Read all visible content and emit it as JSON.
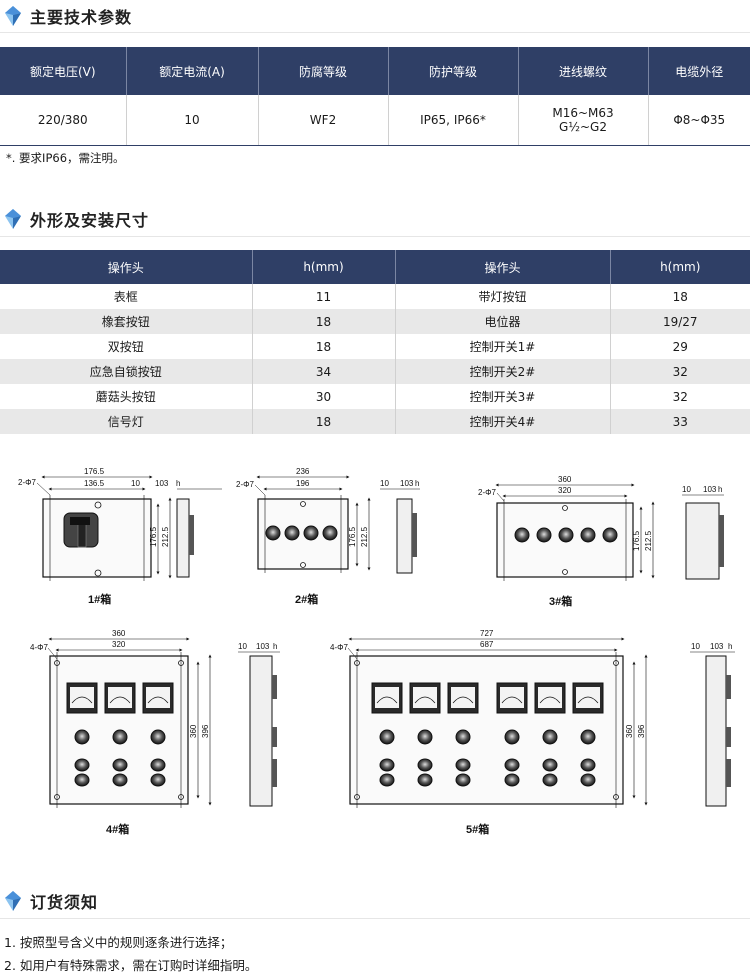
{
  "sections": {
    "specs_title": "主要技术参数",
    "dims_title": "外形及安装尺寸",
    "order_title": "订货须知"
  },
  "specs": {
    "headers": [
      "额定电压(V)",
      "额定电流(A)",
      "防腐等级",
      "防护等级",
      "进线螺纹",
      "电缆外径"
    ],
    "row": {
      "voltage": "220/380",
      "current": "10",
      "anticorrosion": "WF2",
      "protection": "IP65, IP66*",
      "thread_1": "M16~M63",
      "thread_2": "G½~G2",
      "cable": "Φ8~Φ35"
    },
    "note": "*. 要求IP66，需注明。"
  },
  "dims": {
    "headers": [
      "操作头",
      "h(mm)",
      "操作头",
      "h(mm)"
    ],
    "rows": [
      {
        "a": "表框",
        "ah": "11",
        "b": "带灯按钮",
        "bh": "18"
      },
      {
        "a": "橡套按钮",
        "ah": "18",
        "b": "电位器",
        "bh": "19/27"
      },
      {
        "a": "双按钮",
        "ah": "18",
        "b": "控制开关1#",
        "bh": "29"
      },
      {
        "a": "应急自锁按钮",
        "ah": "34",
        "b": "控制开关2#",
        "bh": "32"
      },
      {
        "a": "蘑菇头按钮",
        "ah": "30",
        "b": "控制开关3#",
        "bh": "32"
      },
      {
        "a": "信号灯",
        "ah": "18",
        "b": "控制开关4#",
        "bh": "33"
      }
    ]
  },
  "drawings": {
    "box1": {
      "caption": "1#箱",
      "w_outer": "176.5",
      "w_inner": "136.5",
      "hole": "2-Φ7",
      "h_inner": "176.5",
      "h_outer": "212.5",
      "side_a": "10",
      "side_b": "103",
      "side_h": "h"
    },
    "box2": {
      "caption": "2#箱",
      "w_outer": "236",
      "w_inner": "196",
      "hole": "2-Φ7",
      "h_inner": "176.5",
      "h_outer": "212.5",
      "side_a": "10",
      "side_b": "103",
      "side_h": "h"
    },
    "box3": {
      "caption": "3#箱",
      "w_outer": "360",
      "w_inner": "320",
      "hole": "2-Φ7",
      "h_inner": "176.5",
      "h_outer": "212.5",
      "side_a": "10",
      "side_b": "103",
      "side_h": "h"
    },
    "box4": {
      "caption": "4#箱",
      "w_outer": "360",
      "w_inner": "320",
      "hole": "4-Φ7",
      "h_inner": "360",
      "h_outer": "396",
      "side_a": "10",
      "side_b": "103",
      "side_h": "h"
    },
    "box5": {
      "caption": "5#箱",
      "w_outer": "727",
      "w_inner": "687",
      "hole": "4-Φ7",
      "h_inner": "360",
      "h_outer": "396",
      "side_a": "10",
      "side_b": "103",
      "side_h": "h"
    }
  },
  "order": {
    "items": [
      "1. 按照型号含义中的规则逐条进行选择；",
      "2. 如用户有特殊需求，需在订购时详细指明。"
    ]
  },
  "colors": {
    "header_bg": "#2f3f66",
    "stripe": "#e8e8e8",
    "gem": "#5aa0e0"
  }
}
